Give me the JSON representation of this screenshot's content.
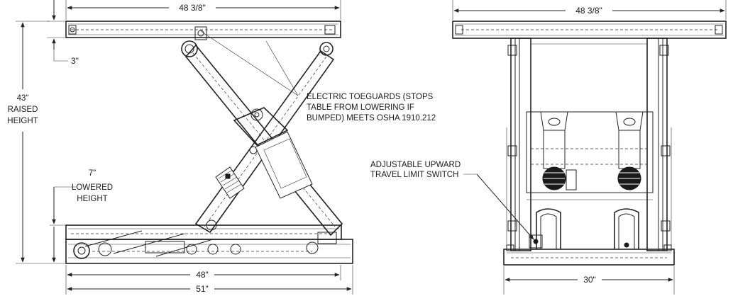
{
  "side_view": {
    "top_width": "48 3/8\"",
    "platform_thickness": "3\"",
    "raised_height": [
      "43\"",
      "RAISED",
      "HEIGHT"
    ],
    "lowered_height": [
      "7\"",
      "LOWERED",
      "HEIGHT"
    ],
    "base_inner_width": "48\"",
    "base_outer_width": "51\""
  },
  "front_view": {
    "top_width": "48 3/8\"",
    "base_width": "30\""
  },
  "callouts": {
    "toeguards": [
      "ELECTRIC TOEGUARDS (STOPS",
      "TABLE FROM LOWERING IF",
      "BUMPED) MEETS OSHA 1910.212"
    ],
    "limit_switch": [
      "ADJUSTABLE UPWARD",
      "TRAVEL LIMIT SWITCH"
    ]
  }
}
